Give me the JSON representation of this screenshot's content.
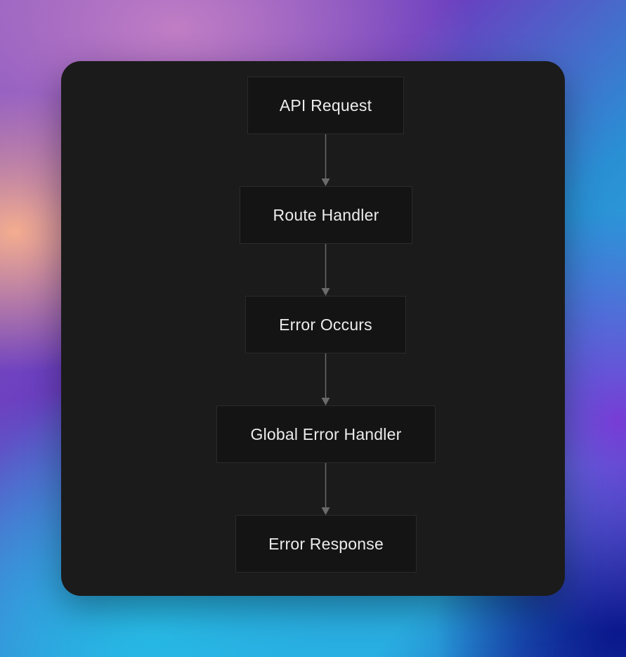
{
  "diagram": {
    "nodes": [
      {
        "id": "api-request",
        "label": "API Request"
      },
      {
        "id": "route-handler",
        "label": "Route Handler"
      },
      {
        "id": "error-occurs",
        "label": "Error Occurs"
      },
      {
        "id": "global-error-handler",
        "label": "Global Error Handler"
      },
      {
        "id": "error-response",
        "label": "Error Response"
      }
    ],
    "edges": [
      {
        "from": "api-request",
        "to": "route-handler"
      },
      {
        "from": "route-handler",
        "to": "error-occurs"
      },
      {
        "from": "error-occurs",
        "to": "global-error-handler"
      },
      {
        "from": "global-error-handler",
        "to": "error-response"
      }
    ],
    "colors": {
      "panel": "#1b1b1b",
      "node_fill": "#141414",
      "node_border": "#2b2b2b",
      "text": "#ececec",
      "edge": "#6a6a6a"
    }
  }
}
